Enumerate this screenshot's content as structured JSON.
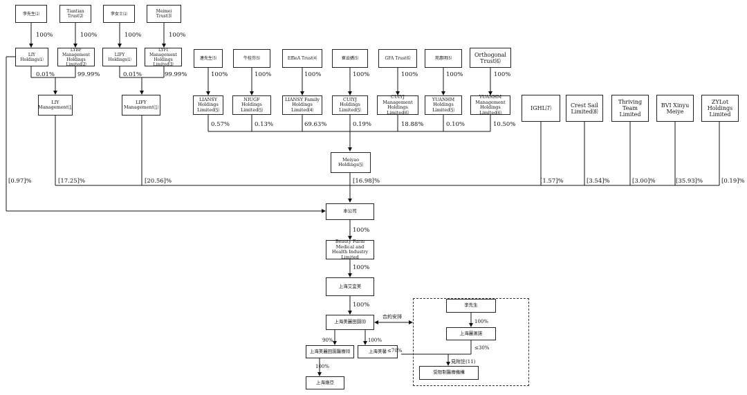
{
  "boxes": {
    "li_xiansheng_top": "李先生⑴",
    "tiantian_trust": "Tiantian Trust⑵",
    "li_nvshi": "李女士⑴",
    "meimei_trust": "Meimei Trust⑶",
    "liy_holdings": "LIY Holdings⑴",
    "lybf_mgmt": "LYBF Management Holdings Limited⑵",
    "lify_holdings": "LIFY Holdings⑴",
    "lyfi_mgmt": "LYFI Management Holdings Limited⑶",
    "liy_management": "LIY Management⑴",
    "lify_management": "LIFY Management⑴",
    "lian_xiansheng": "連先生⑸",
    "niu_guifen": "牛桂芬⑸",
    "effiea_trust": "EffieA Trust⑷",
    "cui_yunjiao": "崔云嬌⑸",
    "gfa_trust": "GFA Trust⑹",
    "yuan_huiming": "苑惠明⑸",
    "orthogonal_trust": "Orthogonal Trust⑹",
    "liansy_holdings": "LIANSY Holdings Limited⑸",
    "niugf_holdings": "NIUGF Holdings Limited⑸",
    "liansy_family": "LIANSY Family Holdings Limited⑷",
    "cuiyj_holdings": "CUIYJ Holdings Limited⑸",
    "cuiyj_mgmt": "CUIYJ Management Holdings Limited⑹",
    "yuanhm_holdings": "YUANHM Holdings Limited⑸",
    "yuanhm_mgmt": "YUANHM Management Holdings Limited⑹",
    "ighl": "IGHL⑺",
    "crest_sail": "Crest Sail Limited⑻",
    "thriving_team": "Thriving Team Limited",
    "bvi_xinyu": "BVI Xinyu Meiye",
    "zylot": "ZYLot Holdings Limited",
    "meiyao_holdings": "Meiyao Holdings⑸",
    "company": "本公司",
    "beauty_farm": "Beauty Farm Medical and Health Industry Limited",
    "shanghai_aiyimei": "上海艾宜美",
    "shanghai_meilitianyuan": "上海美麗田園⑽",
    "shanghai_yiliao": "上海美麗田園醫療⑽",
    "shanghai_meiyin": "上海美馨",
    "shanghai_huanya": "上海煥亞",
    "li_xiansheng_right": "李先生",
    "shanghai_lishang": "上海麗滙諾",
    "controlled_institutions": "受限制醫療機構"
  },
  "labels": {
    "p_100_a": "100%",
    "p_100_b": "100%",
    "p_100_c": "100%",
    "p_100_d": "100%",
    "p_001_a": "0.01%",
    "p_9999_a": "99.99%",
    "p_001_b": "0.01%",
    "p_9999_b": "99.99%",
    "p_100_e": "100%",
    "p_100_f": "100%",
    "p_100_g": "100%",
    "p_100_h": "100%",
    "p_100_i": "100%",
    "p_100_j": "100%",
    "p_100_k": "100%",
    "p_057": "0.57%",
    "p_013": "0.13%",
    "p_6963": "69.63%",
    "p_019_a": "0.19%",
    "p_1888": "18.88%",
    "p_010": "0.10%",
    "p_1050": "10.50%",
    "s_097": "[0.97]%",
    "s_1725": "[17.25]%",
    "s_2056": "[20.56]%",
    "s_1698": "[16.98]%",
    "s_157": "[1.57]%",
    "s_354": "[3.54]%",
    "s_300": "[3.00]%",
    "s_3593": "[35.93]%",
    "s_019": "[0.19]%",
    "p_100_l": "100%",
    "p_100_m": "100%",
    "p_100_n": "100%",
    "contract": "合約安排",
    "p_90": "90%",
    "p_100_o": "100%",
    "p_100_p": "100%",
    "p_lt70": "≤70%",
    "p_100_q": "100%",
    "p_lt30": "≤30%",
    "see_note": "見附註(11)"
  }
}
